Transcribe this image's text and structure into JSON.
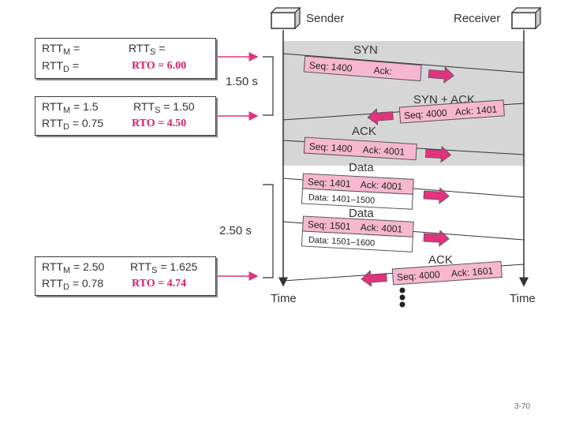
{
  "header": {
    "sender_label": "Sender",
    "receiver_label": "Receiver"
  },
  "footer": {
    "sender_time_label": "Time",
    "receiver_time_label": "Time",
    "slide_number": "3-70"
  },
  "durations": {
    "first": "1.50 s",
    "second": "2.50 s"
  },
  "rtt_boxes": [
    {
      "m_value": "=",
      "s_value": "=",
      "d_value": "=",
      "rto": "RTO = 6.00"
    },
    {
      "m_value": "= 1.5",
      "s_value": "= 1.50",
      "d_value": "= 0.75",
      "rto": "RTO = 4.50"
    },
    {
      "m_value": "= 2.50",
      "s_value": "= 1.625",
      "d_value": "= 0.78",
      "rto": "RTO = 4.74"
    }
  ],
  "rtt_labels": {
    "rtt": "RTT",
    "m": "M",
    "s": "S",
    "d": "D"
  },
  "segments": [
    {
      "title": "SYN",
      "seq": "Seq: 1400",
      "ack": "Ack:",
      "data": "",
      "direction": "right"
    },
    {
      "title": "SYN + ACK",
      "seq": "Seq: 4000",
      "ack": "Ack: 1401",
      "data": "",
      "direction": "left"
    },
    {
      "title": "ACK",
      "seq": "Seq: 1400",
      "ack": "Ack: 4001",
      "data": "",
      "direction": "right"
    },
    {
      "title": "Data",
      "seq": "Seq: 1401",
      "ack": "Ack: 4001",
      "data": "Data: 1401–1500",
      "direction": "right"
    },
    {
      "title": "Data",
      "seq": "Seq: 1501",
      "ack": "Ack: 4001",
      "data": "Data: 1501–1600",
      "direction": "right"
    },
    {
      "title": "ACK",
      "seq": "Seq: 4000",
      "ack": "Ack: 1601",
      "data": "",
      "direction": "left"
    }
  ],
  "colors": {
    "pink": "#f7b8cf",
    "magenta": "#e2337e",
    "rto_red": "#d6206b",
    "shade": "#d6d6d6",
    "line": "#333333"
  }
}
